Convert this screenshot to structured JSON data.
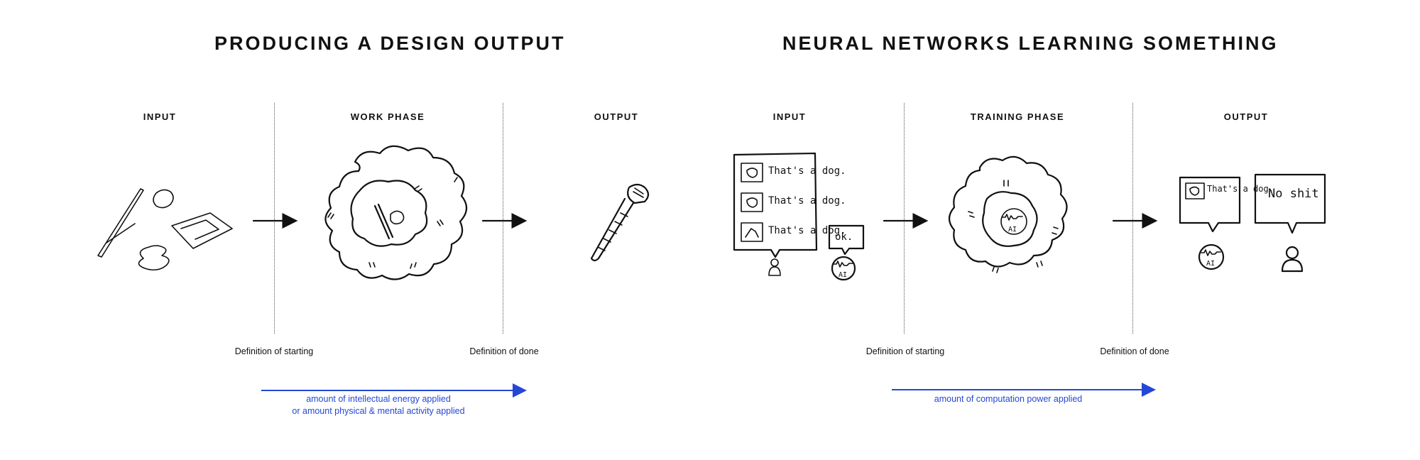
{
  "left": {
    "title": "PRODUCING A DESIGN OUTPUT",
    "columns": {
      "input": "INPUT",
      "work": "WORK PHASE",
      "output": "OUTPUT"
    },
    "definition_start": "Definition of starting",
    "definition_done": "Definition of done",
    "energy_line1": "amount of intellectual energy applied",
    "energy_line2": "or amount physical & mental activity applied"
  },
  "right": {
    "title": "NEURAL NETWORKS LEARNING SOMETHING",
    "columns": {
      "input": "INPUT",
      "training": "TRAINING PHASE",
      "output": "OUTPUT"
    },
    "definition_start": "Definition of starting",
    "definition_done": "Definition of done",
    "energy_line1": "amount of computation power applied",
    "input_bubble": [
      "That's a dog.",
      "That's a dog.",
      "That's a dog."
    ],
    "ok_bubble": "ok.",
    "ai_label": "AI",
    "output_bubble_ai": "That's a dog.",
    "output_bubble_human": "No shit"
  },
  "colors": {
    "ink": "#111111",
    "accent_blue": "#2447d6"
  }
}
